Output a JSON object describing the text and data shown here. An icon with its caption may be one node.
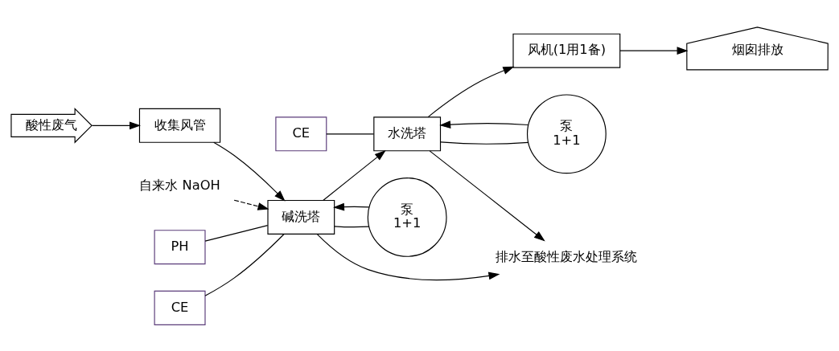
{
  "diagram": {
    "nodes": [
      {
        "text": [
          "酸性废气"
        ]
      },
      {
        "text": [
          "收集风管"
        ]
      },
      {
        "text": [
          "碱洗塔"
        ]
      },
      {
        "text": [
          "水洗塔"
        ]
      },
      {
        "text": [
          "风机(1用1备)"
        ]
      },
      {
        "text": [
          "烟囱排放"
        ]
      },
      {
        "text": [
          "自来水 NaOH"
        ]
      },
      {
        "text": [
          "PH"
        ]
      },
      {
        "text": [
          "CE"
        ]
      },
      {
        "text": [
          "CE"
        ]
      },
      {
        "text": [
          "泵",
          "1+1"
        ]
      },
      {
        "text": [
          "泵",
          "1+1"
        ]
      },
      {
        "text": [
          "排水至酸性废水处理系统"
        ]
      }
    ],
    "edges": [
      {
        "from": 0,
        "to": 1,
        "arrow": "to"
      },
      {
        "from": 1,
        "to": 2,
        "arrow": "to"
      },
      {
        "from": 6,
        "to": 2,
        "arrow": "to",
        "style": "dashed"
      },
      {
        "from": 2,
        "to": 3,
        "arrow": "to"
      },
      {
        "from": 3,
        "to": 4,
        "arrow": "to"
      },
      {
        "from": 4,
        "to": 5,
        "arrow": "to"
      },
      {
        "from": 7,
        "to": 2,
        "arrow": "none"
      },
      {
        "from": 8,
        "to": 2,
        "arrow": "none"
      },
      {
        "from": 9,
        "to": 3,
        "arrow": "none"
      },
      {
        "from": 2,
        "to": 10,
        "arrow": "none"
      },
      {
        "from": 10,
        "to": 2,
        "arrow": "to"
      },
      {
        "from": 3,
        "to": 11,
        "arrow": "none"
      },
      {
        "from": 11,
        "to": 3,
        "arrow": "to"
      },
      {
        "from": 2,
        "to": 12,
        "arrow": "to"
      },
      {
        "from": 3,
        "to": 12,
        "arrow": "to"
      }
    ]
  }
}
